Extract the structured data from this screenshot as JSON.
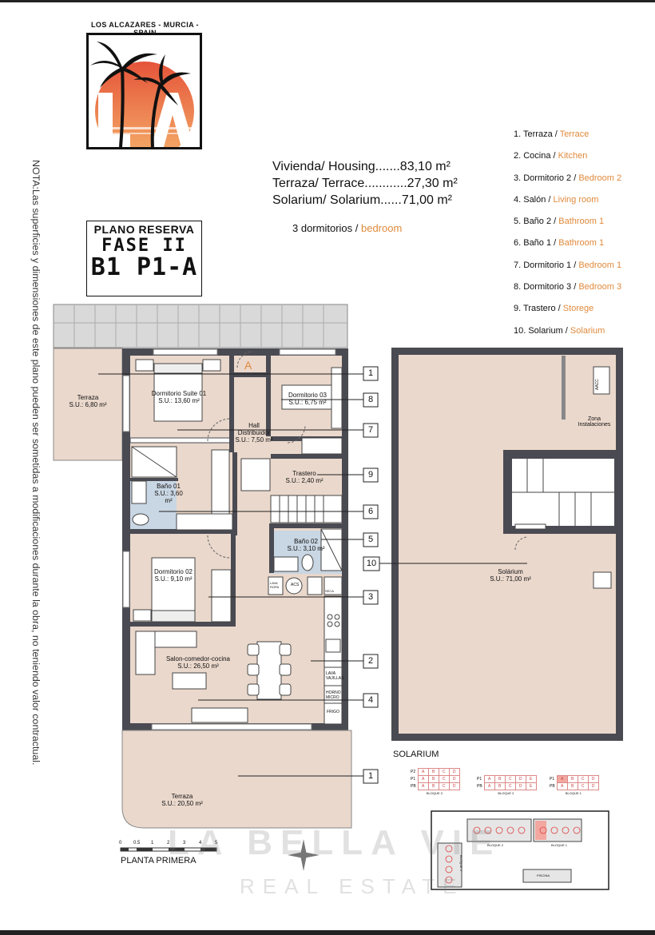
{
  "logo": {
    "caption": "LOS ALCAZARES - MURCIA - SPAIN",
    "letters": "LA"
  },
  "areas": [
    {
      "label": "Vivienda/ Housing.......83,10 m²"
    },
    {
      "label": "Terraza/ Terrace............27,30 m²"
    },
    {
      "label": "Solarium/ Solarium......71,00 m²"
    }
  ],
  "bedrooms": {
    "es": "3 dormitorios / ",
    "en": "bedroom"
  },
  "plano": {
    "line1": "PLANO RESERVA",
    "line2": "FASE II",
    "line3": "B1 P1-A"
  },
  "nota": "NOTA:Las superficies y dimensiones de este plano pueden ser sometidas a modificaciones durante la obra, no teniendo valor contractual.",
  "legend": [
    {
      "es": "1. Terraza / ",
      "en": "Terrace"
    },
    {
      "es": "2. Cocina / ",
      "en": "Kitchen"
    },
    {
      "es": "3. Dormitorio 2 / ",
      "en": "Bedroom 2"
    },
    {
      "es": "4. Salón / ",
      "en": "Living room"
    },
    {
      "es": "5. Baño 2 / ",
      "en": "Bathroom 1"
    },
    {
      "es": "6. Baño 1 / ",
      "en": "Bathroom 1"
    },
    {
      "es": "7. Dormitorio 1 / ",
      "en": "Bedroom 1"
    },
    {
      "es": "8. Dormitorio 3 / ",
      "en": "Bedroom 3"
    },
    {
      "es": "9. Trastero / ",
      "en": "Storege"
    },
    {
      "es": "10. Solarium / ",
      "en": "Solarium"
    }
  ],
  "rooms": {
    "terraza_small": {
      "name": "Terraza",
      "area": "S.U.: 6,80 m²"
    },
    "suite": {
      "name": "Dormitorio Suite 01",
      "area": "S.U.: 13,60 m²"
    },
    "dorm3": {
      "name": "Dormitorio 03",
      "area": "S.U.: 6,75 m²"
    },
    "hall": {
      "name": "Hall",
      "name2": "Distribuidor",
      "area": "S.U.: 7,50 m²"
    },
    "trastero": {
      "name": "Trastero",
      "area": "S.U.: 2,40 m²"
    },
    "bano1": {
      "name": "Baño 01",
      "area": "S.U.: 3,60 m²"
    },
    "bano2": {
      "name": "Baño 02",
      "area": "S.U.: 3,10 m²"
    },
    "dorm2": {
      "name": "Dormitorio 02",
      "area": "S.U.: 9,10 m²"
    },
    "salon": {
      "name": "Salon-comedor-cocina",
      "area": "S.U.: 26,50 m²"
    },
    "terraza_big": {
      "name": "Terraza",
      "area": "S.U.: 20,50 m²"
    },
    "solarium": {
      "name": "Solárium",
      "area": "S.U.: 71,00 m²"
    },
    "zona": {
      "name": "Zona",
      "name2": "Instalaciones"
    }
  },
  "appliances": {
    "lava": "LAVA",
    "vajillas": "VAJILLAS",
    "horno": "HORNO",
    "micro": "MICRO",
    "frigo": "FRIGO",
    "aac": "AACC",
    "acs": "ACS",
    "lava_ropa": "LAVA ROPA",
    "secadora": "SECA",
    "entry": "A"
  },
  "callouts": [
    "1",
    "8",
    "7",
    "9",
    "6",
    "5",
    "10",
    "3",
    "2",
    "4",
    "1"
  ],
  "solarium_label": "SOLARIUM",
  "planta_label": "PLANTA PRIMERA",
  "scale_ticks": [
    "0",
    "0.5",
    "1",
    "2",
    "3",
    "4",
    "5"
  ],
  "blocks": {
    "bloque3": {
      "label": "BLOQUE 3",
      "rows": [
        {
          "floor": "P2",
          "units": [
            "A",
            "B",
            "C",
            "D"
          ]
        },
        {
          "floor": "P1",
          "units": [
            "A",
            "B",
            "C",
            "D"
          ]
        },
        {
          "floor": "PB",
          "units": [
            "A",
            "B",
            "C",
            "D"
          ]
        }
      ]
    },
    "bloque2": {
      "label": "BLOQUE 2",
      "rows": [
        {
          "floor": "P1",
          "units": [
            "A",
            "B",
            "C",
            "D",
            "E"
          ]
        },
        {
          "floor": "PB",
          "units": [
            "A",
            "B",
            "C",
            "D",
            "E"
          ]
        }
      ]
    },
    "bloque1": {
      "label": "BLOQUE 1",
      "rows": [
        {
          "floor": "P1",
          "units": [
            "A",
            "B",
            "C",
            "D"
          ]
        },
        {
          "floor": "PB",
          "units": [
            "A",
            "B",
            "C",
            "D"
          ]
        }
      ]
    },
    "highlight": "P1-A",
    "site_labels": [
      "BLOQUE 2",
      "BLOQUE 1",
      "BLOQUE 3",
      "PISCINA"
    ]
  },
  "watermark": {
    "line1": "LA BELLA VIE",
    "line2": "REAL ESTATE"
  },
  "colors": {
    "accent": "#e08a3c",
    "floor": "#ead8cc",
    "bath": "#c9d6e3",
    "wall": "#4a4a52",
    "highlight": "#f2a8a0"
  }
}
